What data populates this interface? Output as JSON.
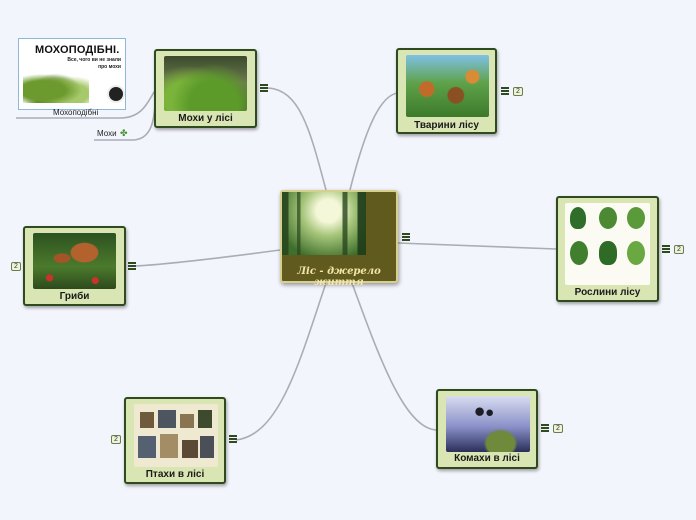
{
  "central": {
    "title": "Ліс - джерело життя"
  },
  "topics": {
    "moss": {
      "title": "Мохи у лісі"
    },
    "animals": {
      "title": "Тварини лісу",
      "count": "2"
    },
    "plants": {
      "title": "Рослини лісу",
      "count": "2"
    },
    "mushrooms": {
      "title": "Гриби",
      "count": "2"
    },
    "birds": {
      "title": "Птахи в лісі",
      "count": "2"
    },
    "insects": {
      "title": "Комахи в лісі",
      "count": "2"
    }
  },
  "moss_subtopics": {
    "image_heading": "МОХОПОДІБНІ.",
    "image_subtitle": "Все, чого ви не знали про мохи",
    "image_caption": "Мохоподібні",
    "mosses_label": "Мохи"
  },
  "colors": {
    "node_fill": "#d9e6b4",
    "node_border": "#2f4a1e",
    "central_fill": "#615a1e",
    "central_text": "#f2e7a8",
    "link": "#a9adb5",
    "background": "#f3f5fc"
  }
}
